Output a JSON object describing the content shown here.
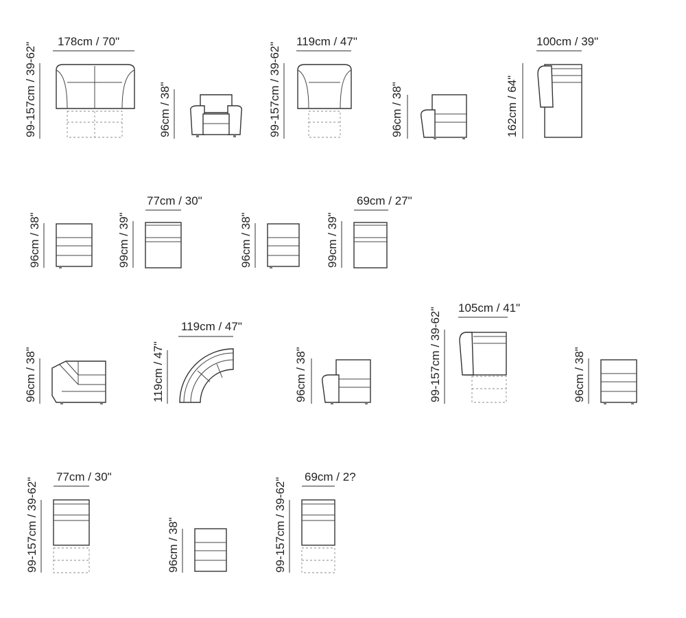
{
  "dimensions": {
    "r1a": {
      "width": "178cm / 70\"",
      "height": "99-157cm / 39-62\""
    },
    "r1b": {
      "height": "96cm / 38\""
    },
    "r1c": {
      "width": "119cm / 47\"",
      "height": "99-157cm / 39-62\""
    },
    "r1d": {
      "height": "96cm / 38\""
    },
    "r1e": {
      "width": "100cm / 39\"",
      "height": "162cm / 64\""
    },
    "r2a": {
      "height": "96cm / 38\""
    },
    "r2b": {
      "width": "77cm / 30\"",
      "height": "99cm / 39\""
    },
    "r2c": {
      "height": "96cm / 38\""
    },
    "r2d": {
      "width": "69cm / 27\"",
      "height": "99cm / 39\""
    },
    "r3a": {
      "height": "96cm / 38\""
    },
    "r3b": {
      "width": "119cm / 47\"",
      "height": "119cm / 47\""
    },
    "r3c": {
      "height": "96cm / 38\""
    },
    "r3d": {
      "width": "105cm / 41\"",
      "height": "99-157cm / 39-62\""
    },
    "r3e": {
      "height": "96cm / 38\""
    },
    "r4a": {
      "width": "77cm / 30\"",
      "height": "99-157cm / 39-62\""
    },
    "r4b": {
      "height": "96cm / 38\""
    },
    "r4c": {
      "width": "69cm / 2?",
      "height": "99-157cm / 39-62\""
    }
  },
  "colors": {
    "line": "#333333",
    "text": "#222222",
    "background": "#ffffff"
  }
}
